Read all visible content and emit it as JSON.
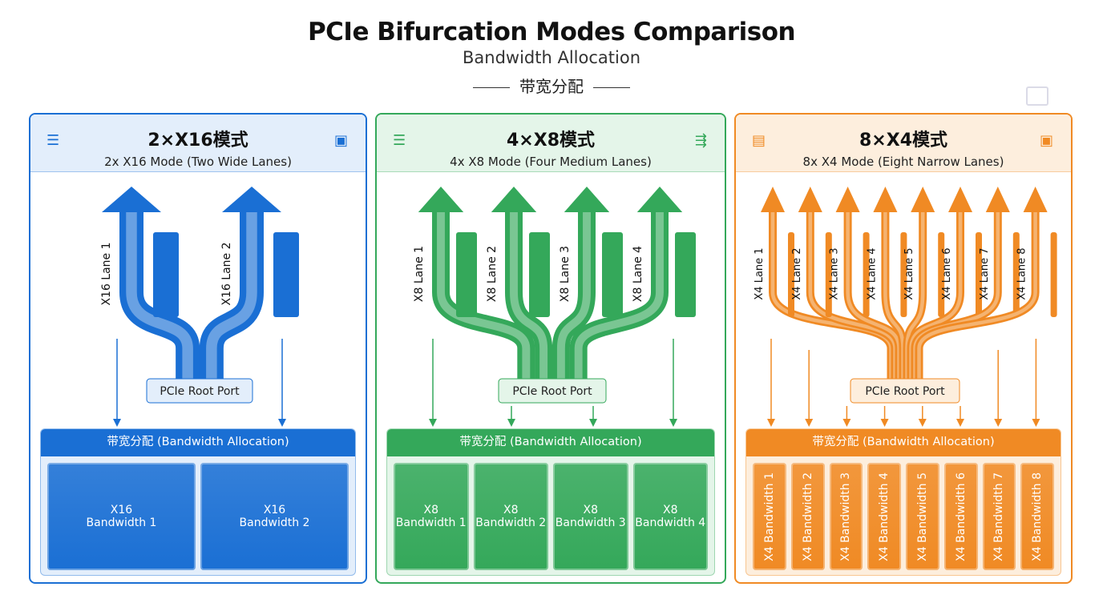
{
  "title": "PCIe Bifurcation Modes Comparison",
  "subtitle": "Bandwidth Allocation",
  "subtitle_cn": "带宽分配",
  "panels": [
    {
      "title": "2×X16模式",
      "subtitle": "2x X16 Mode (Two Wide Lanes)",
      "color": "#1a6fd4",
      "light": "#e3eefb",
      "left_icon": "sliders-icon",
      "right_icon": "chip-icon",
      "lanes": [
        "X16 Lane 1",
        "X16 Lane 2"
      ],
      "root_port": "PCIe Root Port",
      "alloc_title": "带宽分配 (Bandwidth Allocation)",
      "bandwidth": [
        [
          "X16",
          "Bandwidth 1"
        ],
        [
          "X16",
          "Bandwidth 2"
        ]
      ]
    },
    {
      "title": "4×X8模式",
      "subtitle": "4x X8 Mode (Four Medium Lanes)",
      "color": "#34a85a",
      "light": "#e4f5e9",
      "left_icon": "sliders-icon",
      "right_icon": "split-arrows-icon",
      "lanes": [
        "X8 Lane 1",
        "X8 Lane 2",
        "X8 Lane 3",
        "X8 Lane 4"
      ],
      "root_port": "PCIe Root Port",
      "alloc_title": "带宽分配 (Bandwidth Allocation)",
      "bandwidth": [
        [
          "X8",
          "Bandwidth 1"
        ],
        [
          "X8",
          "Bandwidth 2"
        ],
        [
          "X8",
          "Bandwidth 3"
        ],
        [
          "X8",
          "Bandwidth 4"
        ]
      ]
    },
    {
      "title": "8×X4模式",
      "subtitle": "8x X4 Mode (Eight Narrow Lanes)",
      "color": "#f08a24",
      "light": "#fdeedd",
      "left_icon": "card-icon",
      "right_icon": "chip-icon",
      "lanes": [
        "X4 Lane 1",
        "X4 Lane 2",
        "X4 Lane 3",
        "X4 Lane 4",
        "X4 Lane 5",
        "X4 Lane 6",
        "X4 Lane 7",
        "X4 Lane 8"
      ],
      "root_port": "PCIe Root Port",
      "alloc_title": "带宽分配 (Bandwidth Allocation)",
      "bandwidth": [
        [
          "X4 Bandwidth 1"
        ],
        [
          "X4 Bandwidth 2"
        ],
        [
          "X4 Bandwidth 3"
        ],
        [
          "X4 Bandwidth 4"
        ],
        [
          "X4 Bandwidth 5"
        ],
        [
          "X4 Bandwidth 6"
        ],
        [
          "X4 Bandwidth 7"
        ],
        [
          "X4 Bandwidth 8"
        ]
      ]
    }
  ]
}
